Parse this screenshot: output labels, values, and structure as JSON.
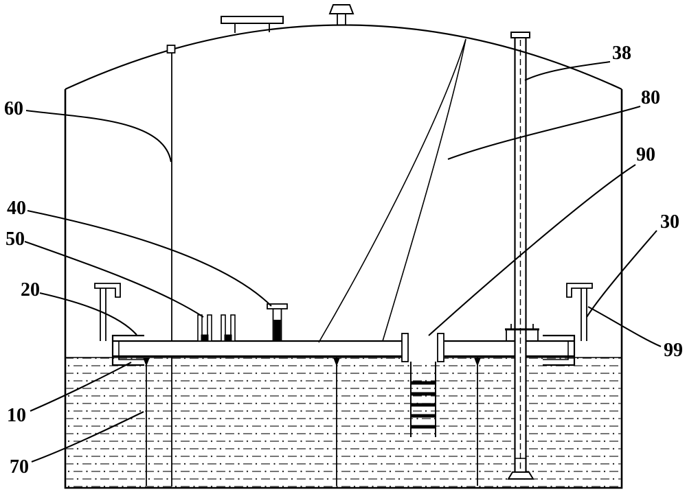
{
  "figure": {
    "kind": "technical-line-drawing",
    "subject": "Storage tank cross-section: dome roof with vents, internal floating deck, guide pipe, access ladder and support legs",
    "colors": {
      "line": "#000000",
      "background": "#ffffff",
      "liquid_hatch": "#2a2a2a"
    },
    "labels": {
      "n10": "10",
      "n20": "20",
      "n30": "30",
      "n38": "38",
      "n40": "40",
      "n50": "50",
      "n60": "60",
      "n70": "70",
      "n80": "80",
      "n90": "90",
      "n99": "99"
    }
  }
}
